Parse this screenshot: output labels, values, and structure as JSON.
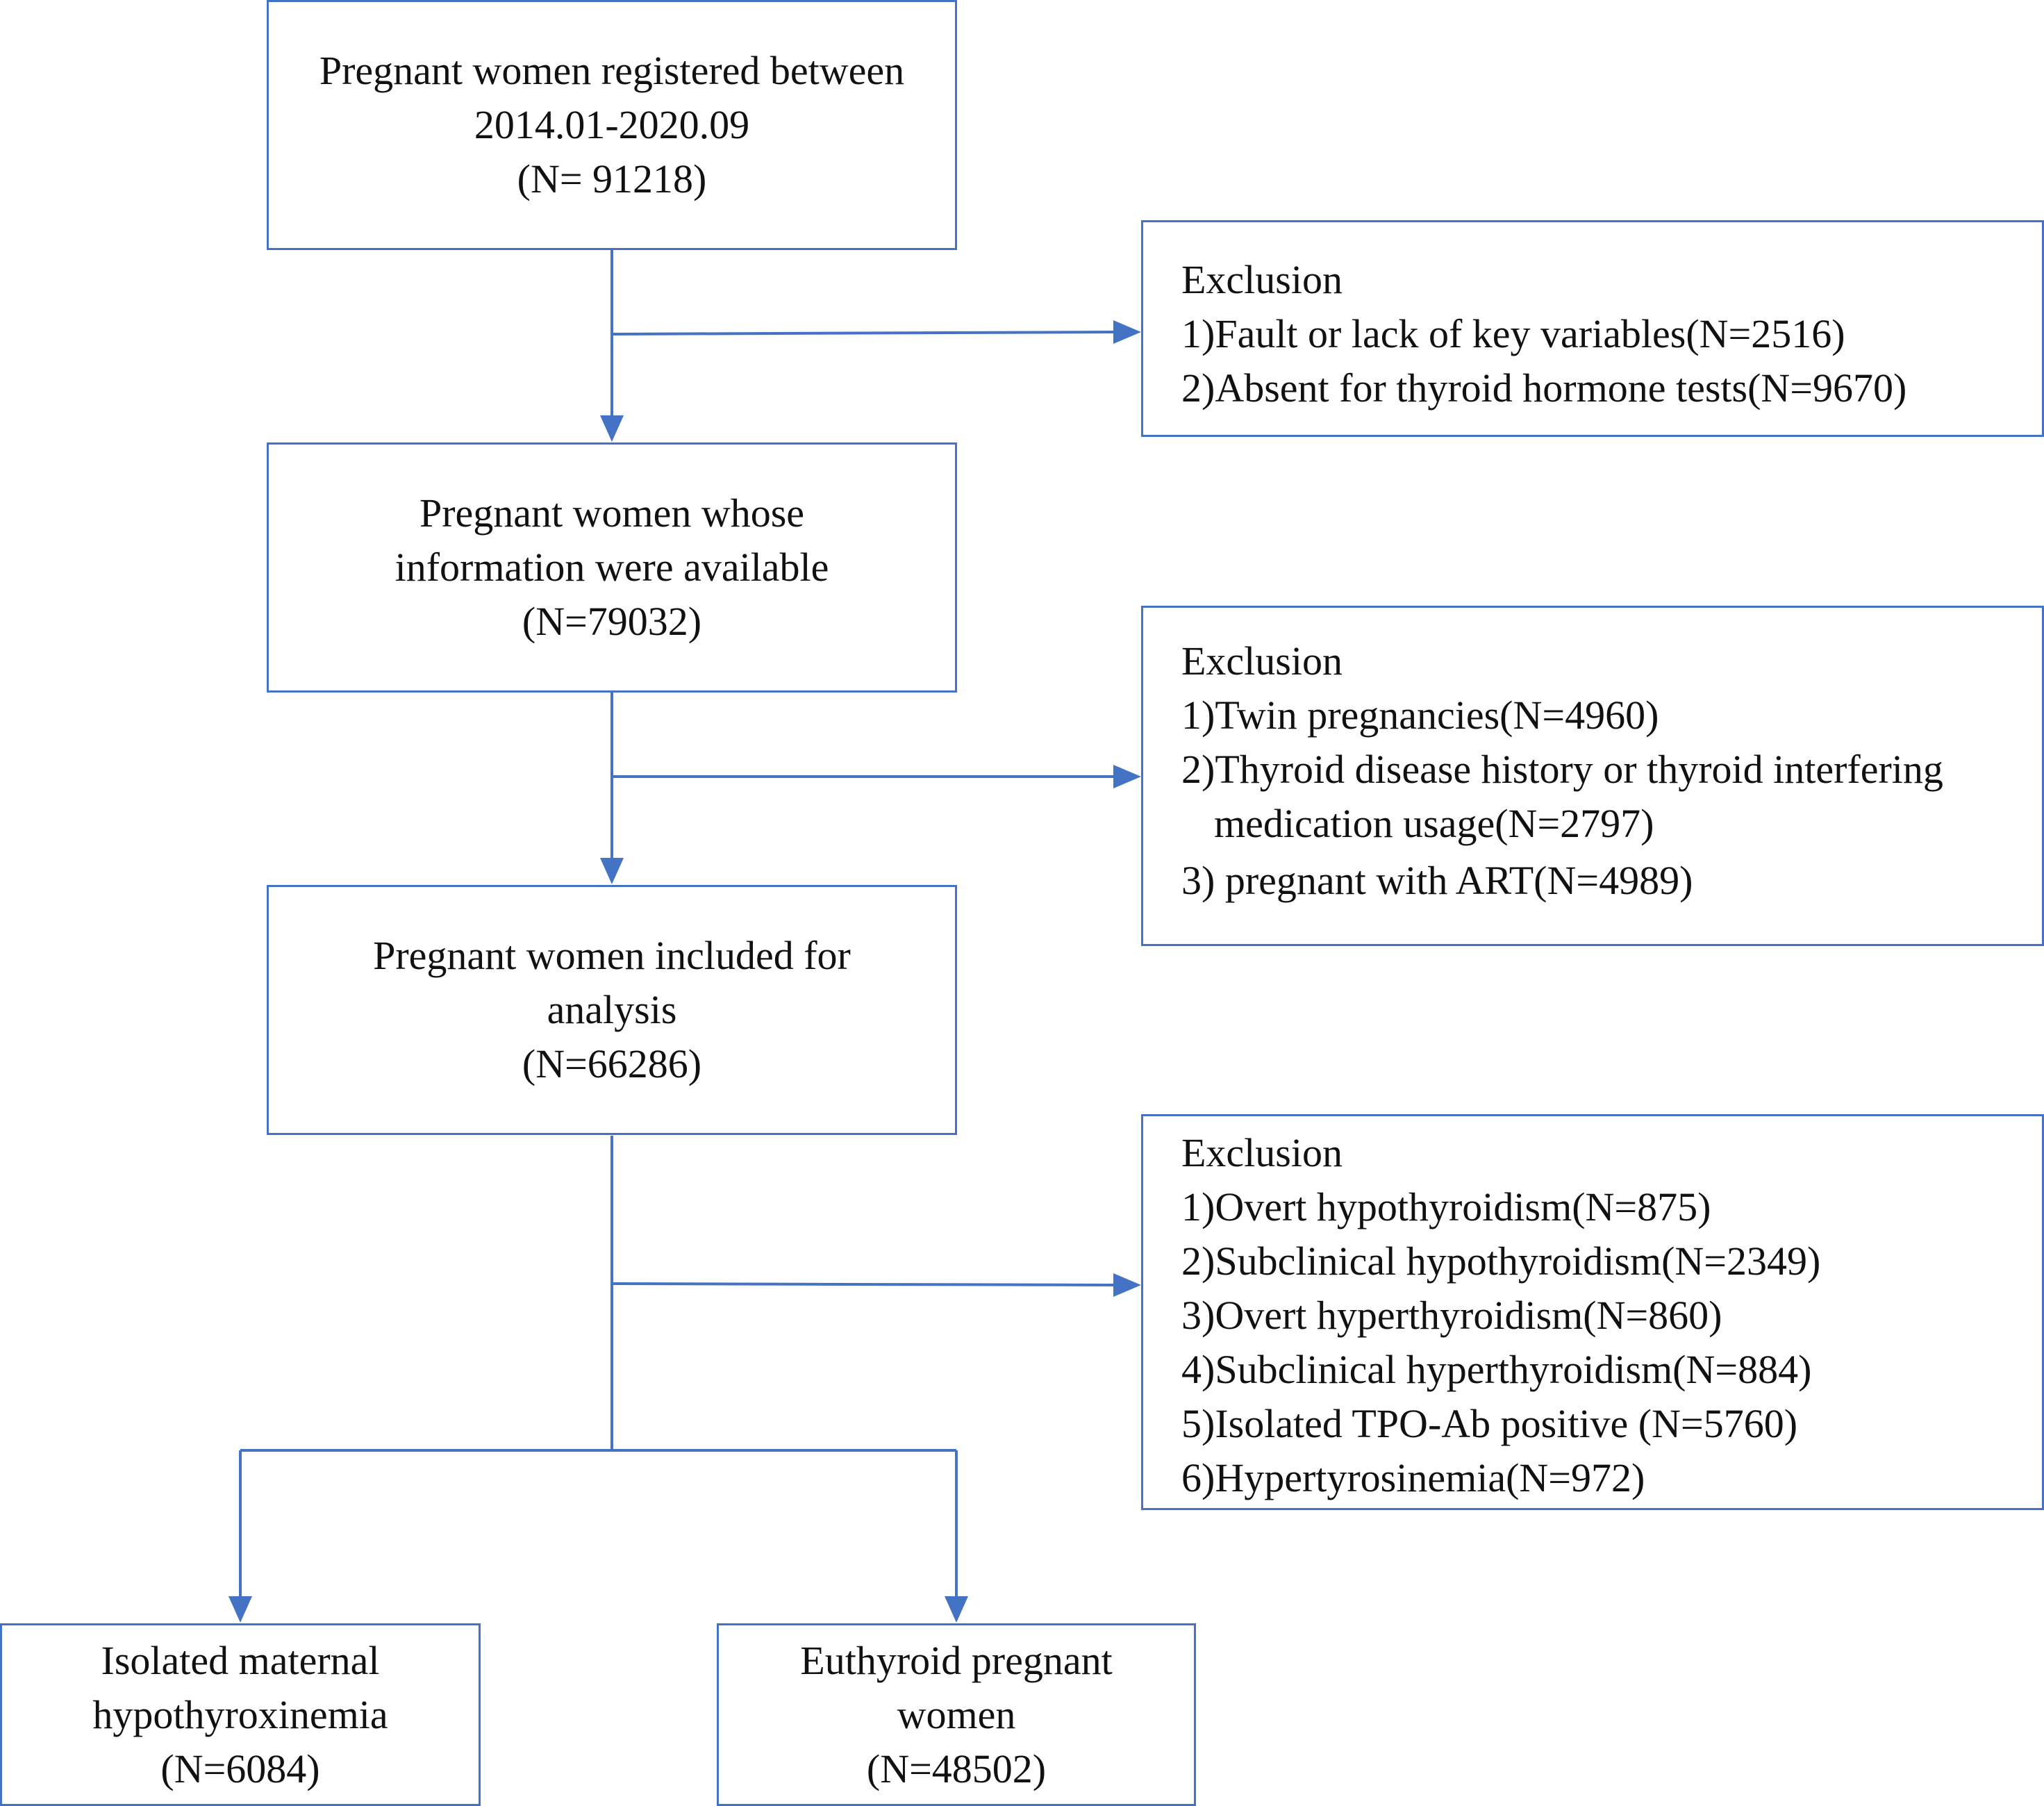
{
  "boxes": {
    "registered": {
      "lines": [
        "Pregnant women registered between",
        "2014.01-2020.09",
        "(N= 91218)"
      ]
    },
    "available": {
      "lines": [
        "Pregnant women whose",
        "information were available",
        "(N=79032)"
      ]
    },
    "included": {
      "lines": [
        "Pregnant women included for",
        "analysis",
        "(N=66286)"
      ]
    },
    "isolated": {
      "lines": [
        "Isolated maternal",
        "hypothyroxinemia",
        "(N=6084)"
      ]
    },
    "euthyroid": {
      "lines": [
        "Euthyroid pregnant",
        "women",
        "(N=48502)"
      ]
    }
  },
  "exclusions": [
    {
      "title": "Exclusion",
      "items": [
        "1)Fault or lack of key variables(N=2516)",
        "2)Absent for thyroid hormone tests(N=9670)"
      ]
    },
    {
      "title": "Exclusion",
      "items": [
        "1)Twin pregnancies(N=4960)",
        "2)Thyroid disease history or thyroid interfering",
        "medication usage(N=2797)",
        "3)  pregnant with ART(N=4989)"
      ]
    },
    {
      "title": "Exclusion",
      "items": [
        "1)Overt hypothyroidism(N=875)",
        "2)Subclinical hypothyroidism(N=2349)",
        "3)Overt hyperthyroidism(N=860)",
        "4)Subclinical hyperthyroidism(N=884)",
        "5)Isolated TPO-Ab positive (N=5760)",
        "6)Hypertyrosinemia(N=972)"
      ]
    }
  ],
  "colors": {
    "stroke": "#4472C4",
    "text": "#111111",
    "background": "#ffffff"
  }
}
